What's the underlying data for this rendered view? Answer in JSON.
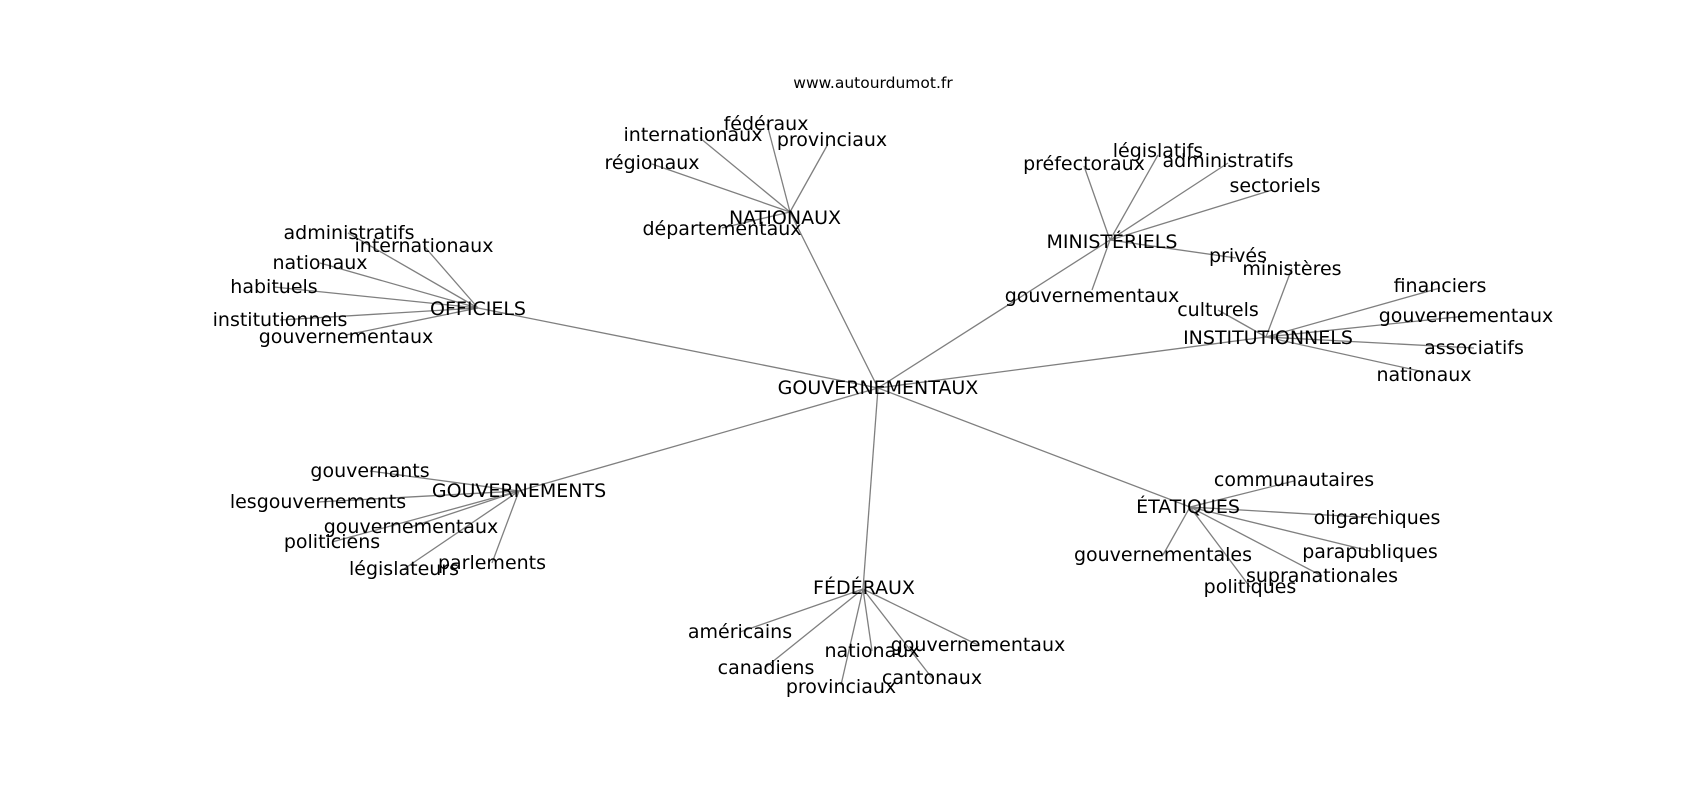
{
  "source_label": "www.autourdumot.fr",
  "colors": {
    "edge": "#7f7f7f",
    "text": "#000000",
    "background": "#ffffff"
  },
  "root": "GOUVERNEMENTAUX",
  "hubs": [
    {
      "label": "NATIONAUX",
      "leaves": [
        "fédéraux",
        "internationaux",
        "provinciaux",
        "régionaux",
        "départementaux"
      ]
    },
    {
      "label": "MINISTÉRIELS",
      "leaves": [
        "législatifs",
        "préfectoraux",
        "administratifs",
        "sectoriels",
        "privés",
        "gouvernementaux"
      ]
    },
    {
      "label": "OFFICIELS",
      "leaves": [
        "administratifs",
        "internationaux",
        "nationaux",
        "habituels",
        "institutionnels",
        "gouvernementaux"
      ]
    },
    {
      "label": "INSTITUTIONNELS",
      "leaves": [
        "ministères",
        "financiers",
        "culturels",
        "gouvernementaux",
        "associatifs",
        "nationaux"
      ]
    },
    {
      "label": "GOUVERNEMENTS",
      "leaves": [
        "gouvernants",
        "lesgouvernements",
        "gouvernementaux",
        "politiciens",
        "législateurs",
        "parlements"
      ]
    },
    {
      "label": "ÉTATIQUES",
      "leaves": [
        "communautaires",
        "oligarchiques",
        "gouvernementales",
        "parapubliques",
        "supranationales",
        "politiques"
      ]
    },
    {
      "label": "FÉDÉRAUX",
      "leaves": [
        "américains",
        "gouvernementaux",
        "nationaux",
        "canadiens",
        "cantonaux",
        "provinciaux"
      ]
    }
  ]
}
